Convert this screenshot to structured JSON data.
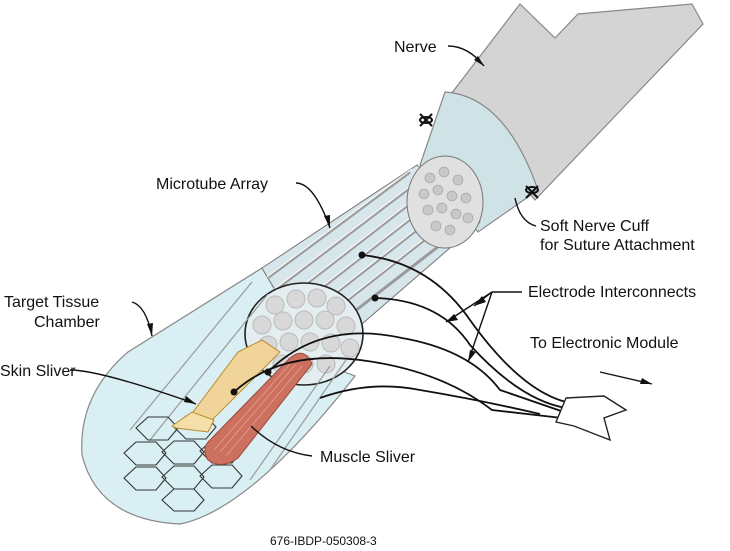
{
  "labels": {
    "nerve": "Nerve",
    "microtube_array": "Microtube Array",
    "soft_cuff_line1": "Soft Nerve Cuff",
    "soft_cuff_line2": "for Suture Attachment",
    "electrode_interconnects": "Electrode Interconnects",
    "target_chamber_line1": "Target Tissue",
    "target_chamber_line2": "Chamber",
    "to_electronic_module": "To Electronic Module",
    "skin_sliver": "Skin Sliver",
    "muscle_sliver": "Muscle Sliver"
  },
  "figure_id": "676-IBDP-050308-3",
  "colors": {
    "nerve": "#d4d4d4",
    "cuff": "#cfe3e6",
    "chamber": "#daeff3",
    "tube": "#d6d6d6",
    "skin": "#f1d49a",
    "muscle": "#cc7060",
    "line": "#222222"
  }
}
